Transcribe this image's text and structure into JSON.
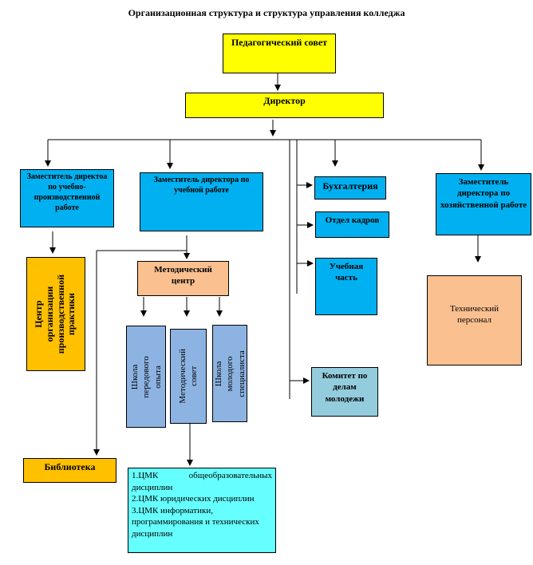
{
  "title": "Организационная структура и структура управления колледжа",
  "nodes": {
    "ped_sovet": "Педагогический совет",
    "director": "Директор",
    "zam_upr": "Заместитель директоа по учебно-производственной работе",
    "zam_ucheb": "Заместитель директора по учебной работе",
    "buhgalteria": "Бухгалтерия",
    "otdel_kadrov": "Отдел кадров",
    "uchebnaya_chast": "Учебная часть",
    "zam_hoz": "Заместитель директора по хозяйственной работе",
    "tekh_personal": "Технический персонал",
    "centr_praktiki": "Центр организации производственной практики",
    "metod_centr": "Методический центр",
    "shkola_opyta": "Школа передового опыта",
    "metod_sovet": "Методический совет",
    "shkola_molodogo": "Школа молодого специалиста",
    "komitet": "Комитет по делам молодежи",
    "biblioteka": "Библиотека",
    "cmk": [
      "1.ЦМК общеобразовательных дисциплин",
      "2.ЦМК юридических дисциплин",
      "3.ЦМК информатики, программирования и технических дисциплин"
    ]
  },
  "colors": {
    "yellow": "#ffff00",
    "blue": "#00b0f0",
    "orange": "#ffc000",
    "peach": "#fac090",
    "lavender": "#8db3e2",
    "teal": "#93cddd",
    "cyan": "#66ffff"
  }
}
